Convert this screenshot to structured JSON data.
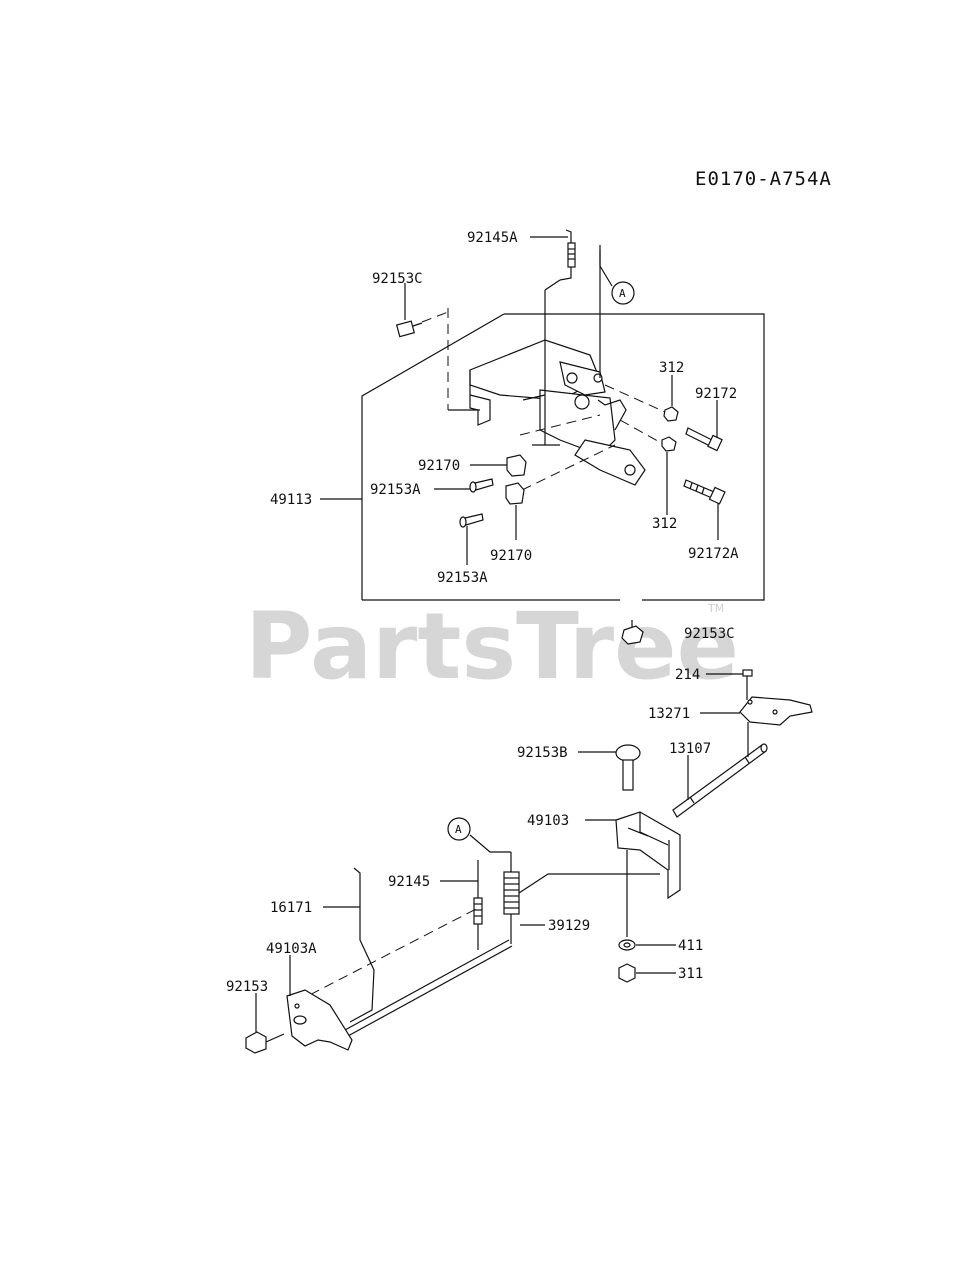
{
  "diagram": {
    "code": "E0170-A754A",
    "watermark": "PartsTree",
    "watermark_tm": "TM",
    "callout_marker": "A",
    "labels": {
      "p92145A": "92145A",
      "p92153C_top": "92153C",
      "p312_top": "312",
      "p92172": "92172",
      "p92170_top": "92170",
      "p92153A_left": "92153A",
      "p49113": "49113",
      "p312_bottom": "312",
      "p92172A": "92172A",
      "p92170_bottom": "92170",
      "p92153A_bottom": "92153A",
      "p92153C_mid": "92153C",
      "p214": "214",
      "p13271": "13271",
      "p92153B": "92153B",
      "p13107": "13107",
      "p49103": "49103",
      "p92145": "92145",
      "p16171": "16171",
      "p39129": "39129",
      "p49103A": "49103A",
      "p92153": "92153",
      "p411": "411",
      "p311": "311"
    }
  }
}
